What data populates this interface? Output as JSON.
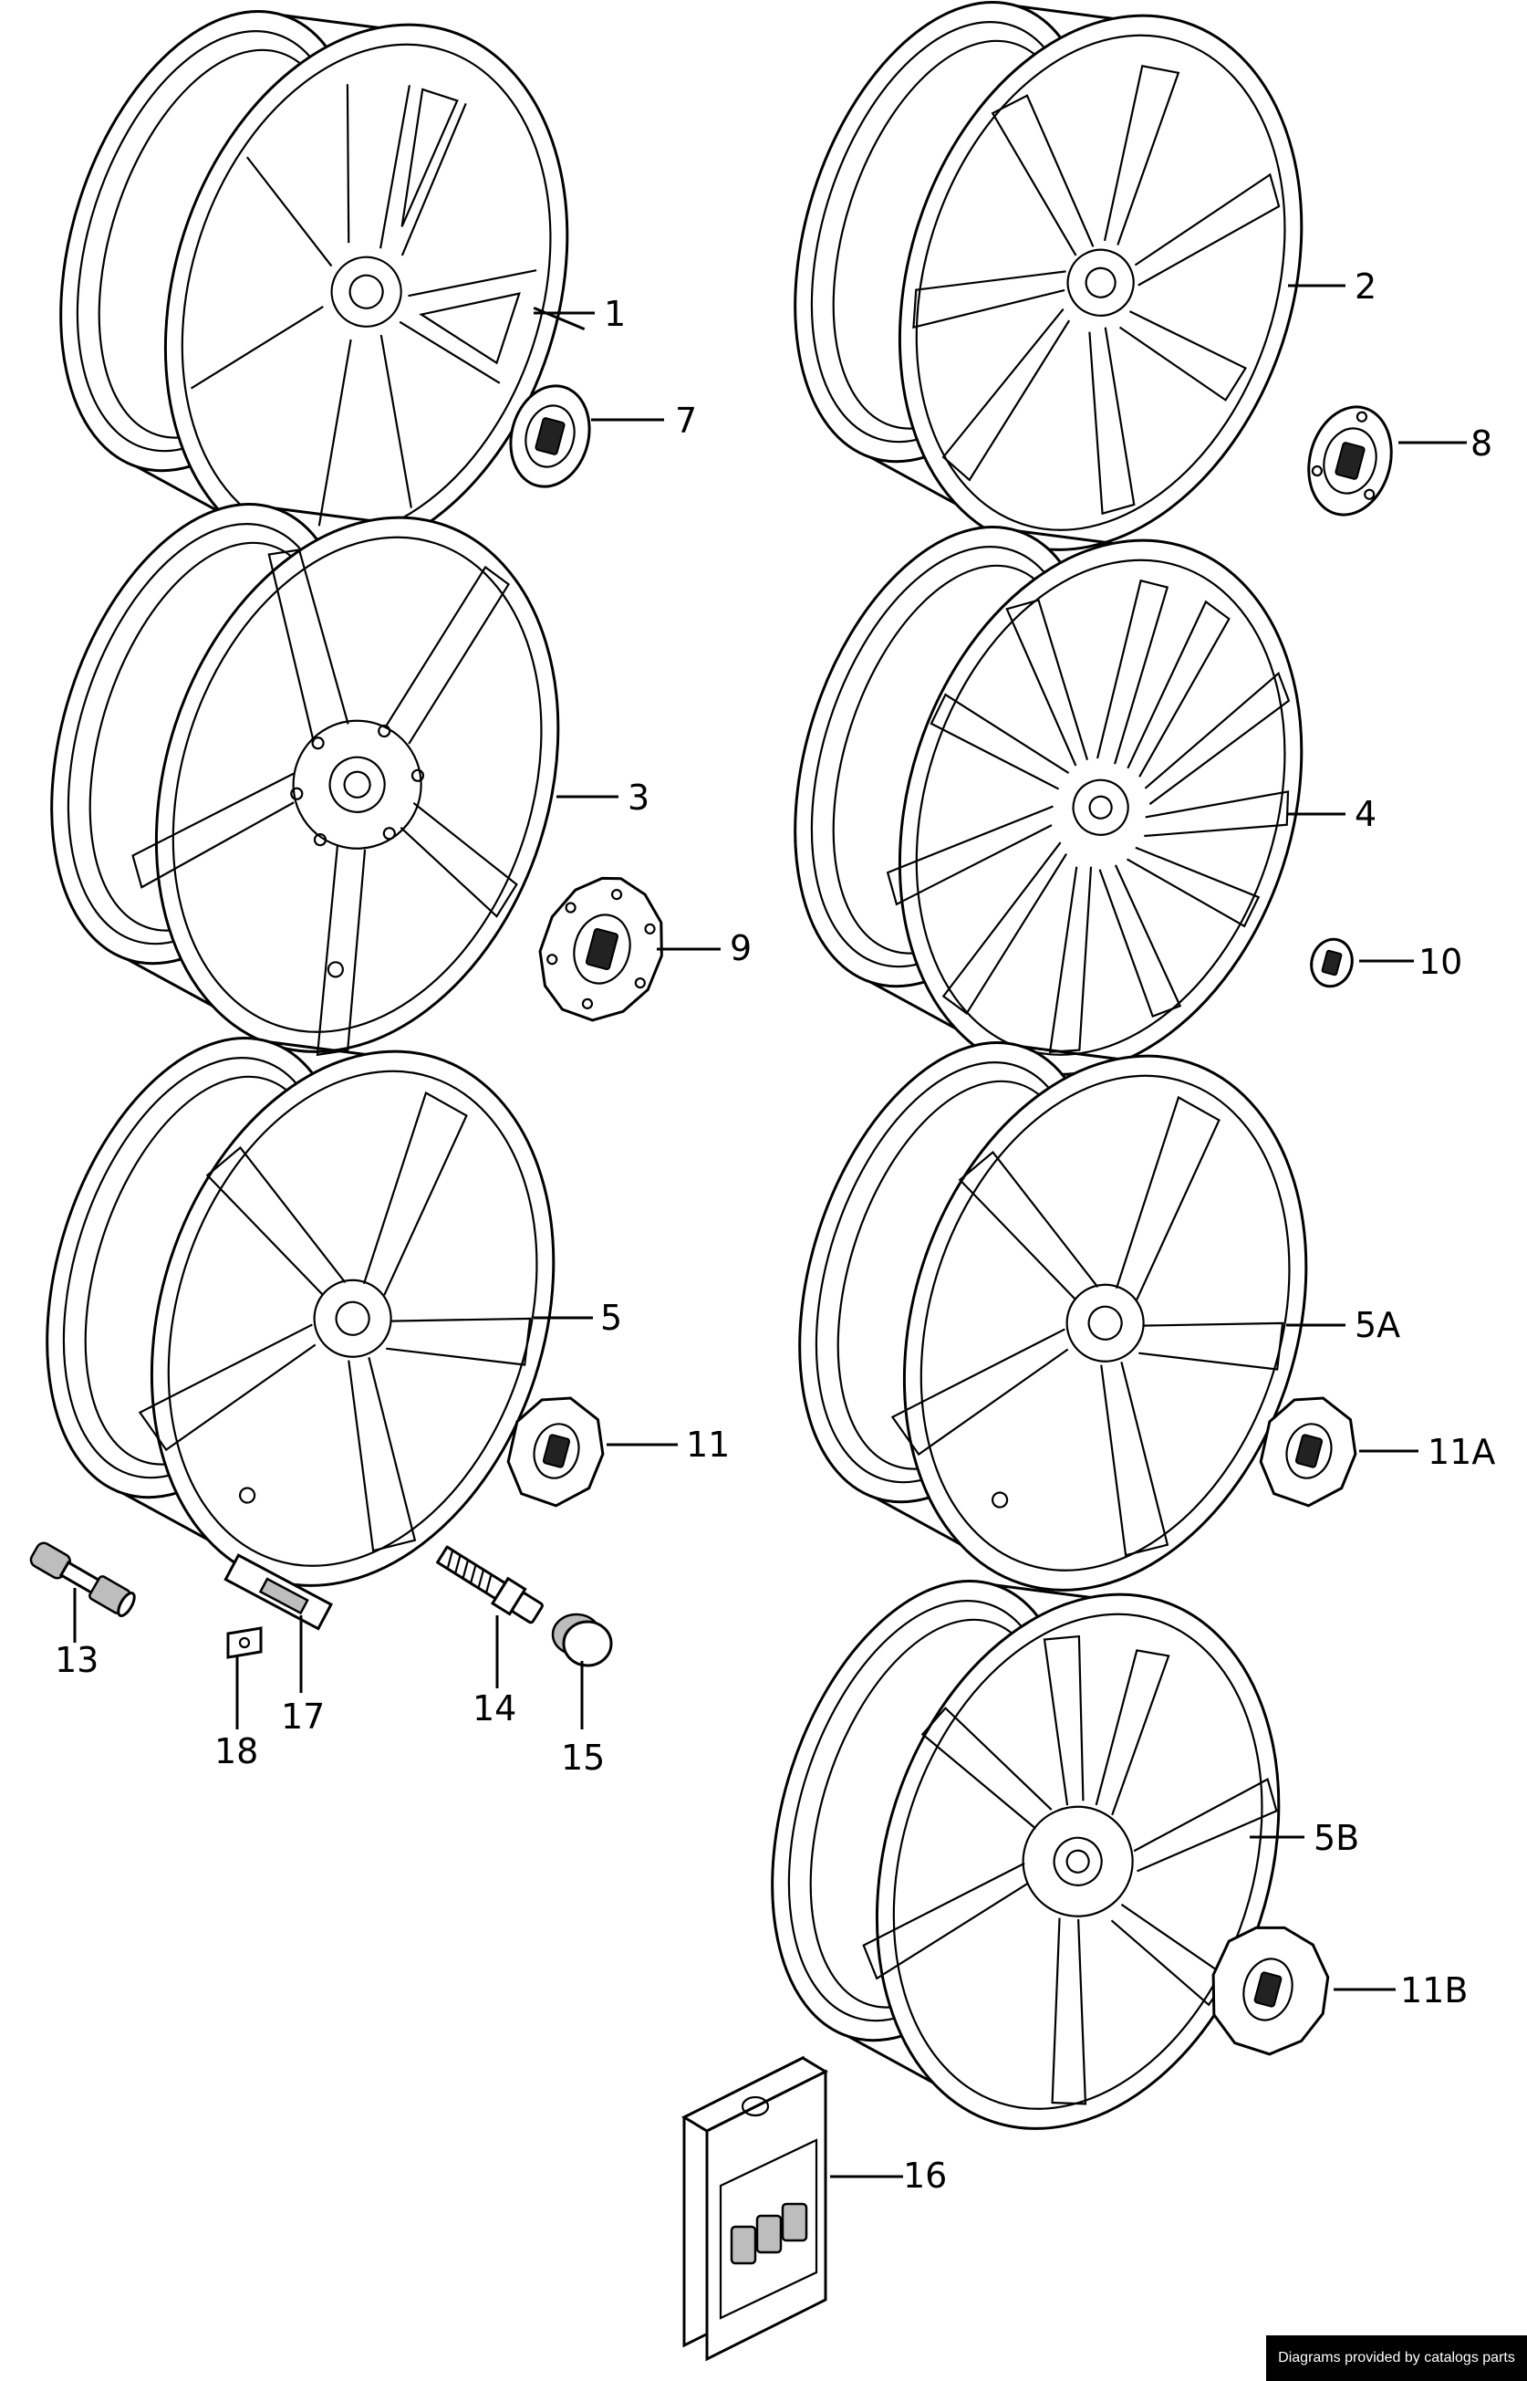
{
  "callouts": {
    "c1": "1",
    "c2": "2",
    "c3": "3",
    "c4": "4",
    "c5": "5",
    "c5a": "5A",
    "c5b": "5B",
    "c7": "7",
    "c8": "8",
    "c9": "9",
    "c10": "10",
    "c11": "11",
    "c11a": "11A",
    "c11b": "11B",
    "c13": "13",
    "c14": "14",
    "c15": "15",
    "c16": "16",
    "c17": "17",
    "c18": "18"
  },
  "footer": "Diagrams provided by catalogs parts"
}
